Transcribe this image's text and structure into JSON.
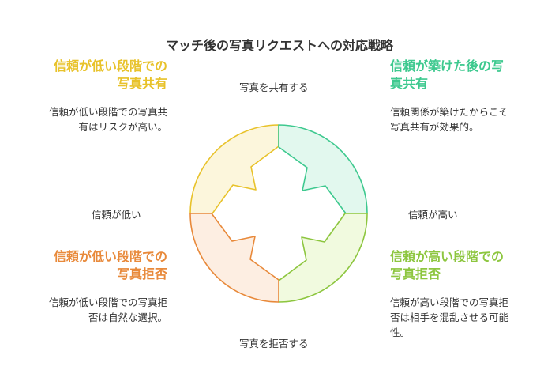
{
  "title": "マッチ後の写真リクエストへの対応戦略",
  "axes": {
    "top": "写真を共有する",
    "bottom": "写真を拒否する",
    "left": "信頼が低い",
    "right": "信頼が高い"
  },
  "quadrants": {
    "top_left": {
      "heading_line1": "信頼が低い段階での",
      "heading_line2": "写真共有",
      "desc_line1": "信頼が低い段階での写真共",
      "desc_line2": "有はリスクが高い。",
      "color": "#e8c22a",
      "fill": "#fcf6dc"
    },
    "top_right": {
      "heading_line1": "信頼が築けた後の写",
      "heading_line2": "真共有",
      "desc_line1": "信頼関係が築けたからこそ",
      "desc_line2": "写真共有が効果的。",
      "color": "#3ec98f",
      "fill": "#e2f8ee"
    },
    "bottom_left": {
      "heading_line1": "信頼が低い段階での",
      "heading_line2": "写真拒否",
      "desc_line1": "信頼が低い段階での写真拒",
      "desc_line2": "否は自然な選択。",
      "color": "#e8893a",
      "fill": "#fdeee2"
    },
    "bottom_right": {
      "heading_line1": "信頼が高い段階での",
      "heading_line2": "写真拒否",
      "desc_line1": "信頼が高い段階での写真拒",
      "desc_line2": "否は相手を混乱させる可能",
      "desc_line3": "性。",
      "color": "#8dc63f",
      "fill": "#f1fadf"
    }
  }
}
